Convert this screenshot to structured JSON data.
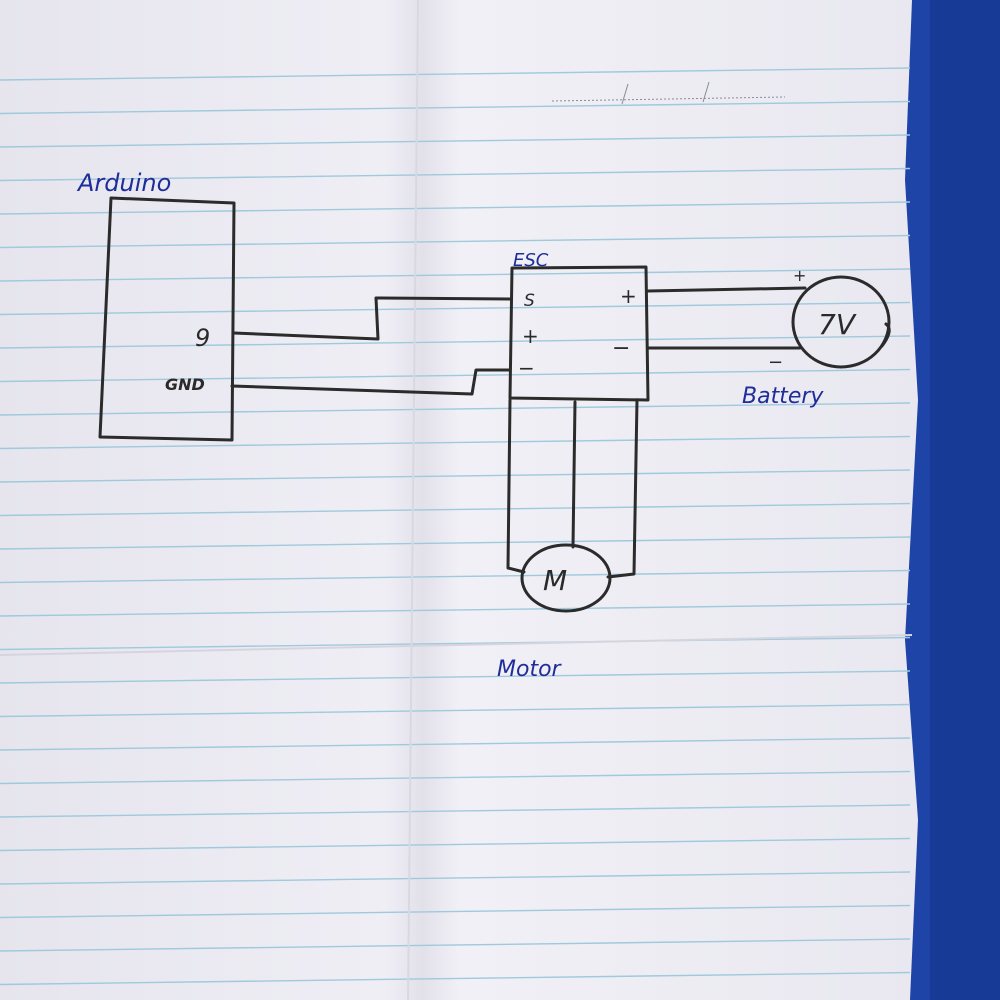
{
  "diagram": {
    "arduino": {
      "label": "Arduino",
      "pin_signal": "9",
      "pin_ground": "GND"
    },
    "esc": {
      "label": "ESC",
      "pin_signal": "S",
      "pin_plus": "+",
      "pin_minus": "−",
      "out_plus": "+",
      "out_minus": "−"
    },
    "battery": {
      "value": "7V",
      "label": "Battery",
      "plus": "+",
      "minus": "−"
    },
    "motor": {
      "symbol": "M",
      "label": "Motor"
    }
  },
  "colors": {
    "paper": "#ecebf2",
    "rule_line": "#9fc9dc",
    "pencil": "#2b2b2b",
    "blue_ink": "#1e2d9a",
    "desk": "#1f44a8"
  }
}
